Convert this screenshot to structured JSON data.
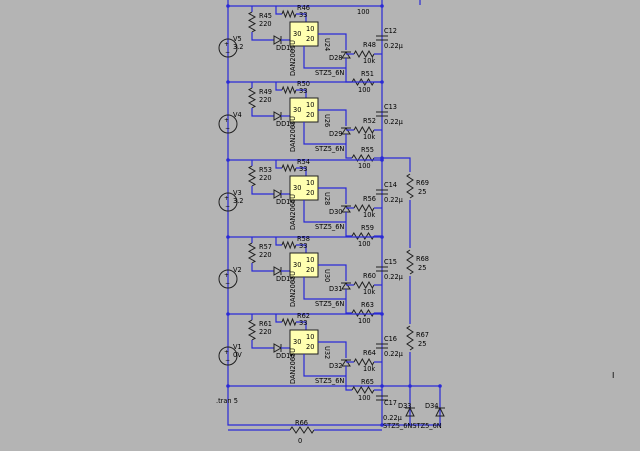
{
  "background_color": "#b4b4b4",
  "wire_color": "#2a2ad6",
  "component_color": "#1f1f1f",
  "ic_fill": "#ffffb0",
  "sim_command": ".tran 5",
  "cursor_mark": "I",
  "top_partial": {
    "resistor_value": "100"
  },
  "stages": [
    {
      "source": "V5",
      "source_value": "3.2",
      "r_a": "R45",
      "r_a_value": "220",
      "r_b": "R46",
      "r_b_value": "33",
      "led": "DD12",
      "ic_part": "DAN2065U",
      "ic_ref": "U24",
      "pin_a": "10",
      "pin_b": "20",
      "pin_c": "30",
      "zener": "D28",
      "zener_model": "STZ5_6N",
      "r_c": "R48",
      "r_c_value": "10k",
      "r_d": "R51",
      "r_d_value": "100",
      "cap": "C12",
      "cap_value": "0.22µ"
    },
    {
      "source": "V4",
      "source_value": "",
      "r_a": "R49",
      "r_a_value": "220",
      "r_b": "R50",
      "r_b_value": "33",
      "led": "DD13",
      "ic_part": "DAN2065U",
      "ic_ref": "U26",
      "pin_a": "10",
      "pin_b": "20",
      "pin_c": "30",
      "zener": "D29",
      "zener_model": "STZ5_6N",
      "r_c": "R52",
      "r_c_value": "10k",
      "r_d": "R55",
      "r_d_value": "100",
      "cap": "C13",
      "cap_value": "0.22µ"
    },
    {
      "source": "V3",
      "source_value": "3.2",
      "r_a": "R53",
      "r_a_value": "220",
      "r_b": "R54",
      "r_b_value": "33",
      "led": "DD14",
      "ic_part": "DAN2065U",
      "ic_ref": "U28",
      "pin_a": "10",
      "pin_b": "20",
      "pin_c": "30",
      "zener": "D30",
      "zener_model": "STZ5_6N",
      "r_c": "R56",
      "r_c_value": "10k",
      "r_d": "R59",
      "r_d_value": "100",
      "cap": "C14",
      "cap_value": "0.22µ"
    },
    {
      "source": "V2",
      "source_value": "",
      "r_a": "R57",
      "r_a_value": "220",
      "r_b": "R58",
      "r_b_value": "33",
      "led": "DD15",
      "ic_part": "DAN2065U",
      "ic_ref": "U30",
      "pin_a": "10",
      "pin_b": "20",
      "pin_c": "30",
      "zener": "D31",
      "zener_model": "STZ5_6N",
      "r_c": "R60",
      "r_c_value": "10k",
      "r_d": "R63",
      "r_d_value": "100",
      "cap": "C15",
      "cap_value": "0.22µ"
    },
    {
      "source": "V1",
      "source_value": "0V",
      "r_a": "R61",
      "r_a_value": "220",
      "r_b": "R62",
      "r_b_value": "33",
      "led": "DD16",
      "ic_part": "DAN2065U",
      "ic_ref": "U32",
      "pin_a": "10",
      "pin_b": "20",
      "pin_c": "30",
      "zener": "D32",
      "zener_model": "STZ5_6N",
      "r_c": "R64",
      "r_c_value": "10k",
      "r_d": "R65",
      "r_d_value": "100",
      "cap": "C16",
      "cap_value": "0.22µ"
    }
  ],
  "balance_resistors": [
    {
      "ref": "R69",
      "value": "25"
    },
    {
      "ref": "R68",
      "value": "25"
    },
    {
      "ref": "R67",
      "value": "25"
    }
  ],
  "bottom": {
    "cap": "C17",
    "cap_value": "0.22µ",
    "zener_a": "D33",
    "zener_b": "D34",
    "zener_models": "STZ5_6NSTZ5_6N",
    "resistor": "R66",
    "resistor_value": "0"
  }
}
